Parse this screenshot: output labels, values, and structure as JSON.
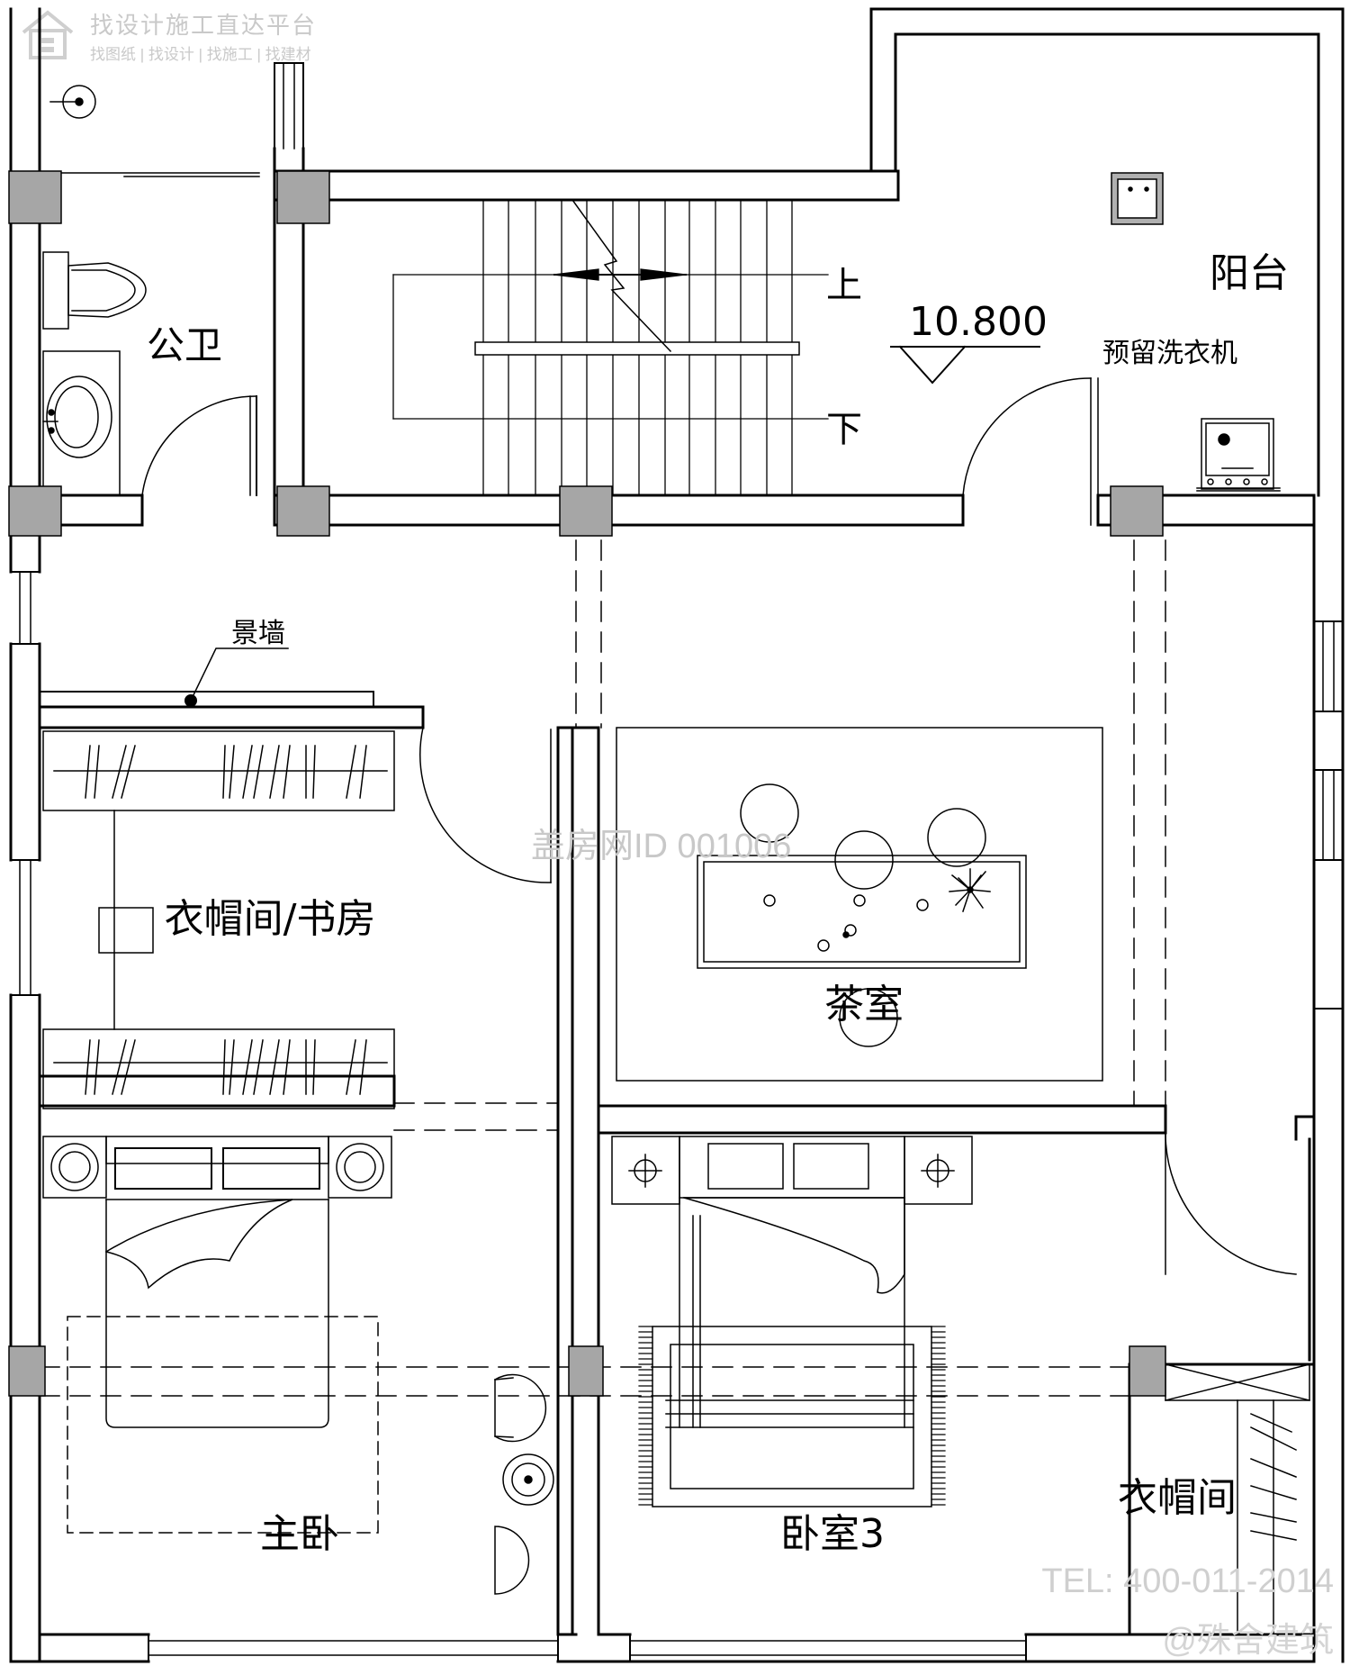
{
  "watermark": {
    "header_title": "找设计施工直达平台",
    "header_sub": "找图纸 | 找设计 | 找施工 | 找建材",
    "center_id": "盖房网ID 001006",
    "tel": "TEL: 400-011-2014",
    "brand": "@殊舍建筑"
  },
  "rooms": {
    "public_bath": "公卫",
    "balcony": "阳台",
    "washer": "预留洗衣机",
    "elevation": "10.800",
    "stair_up": "上",
    "stair_down": "下",
    "feature_wall": "景墙",
    "closet_study": "衣帽间/书房",
    "tea_room": "茶室",
    "master_bedroom": "主卧",
    "bedroom3": "卧室3",
    "closet": "衣帽间"
  },
  "colors": {
    "wall": "#000000",
    "column_fill": "#a6a6a6",
    "watermark": "#c8c8c8"
  }
}
